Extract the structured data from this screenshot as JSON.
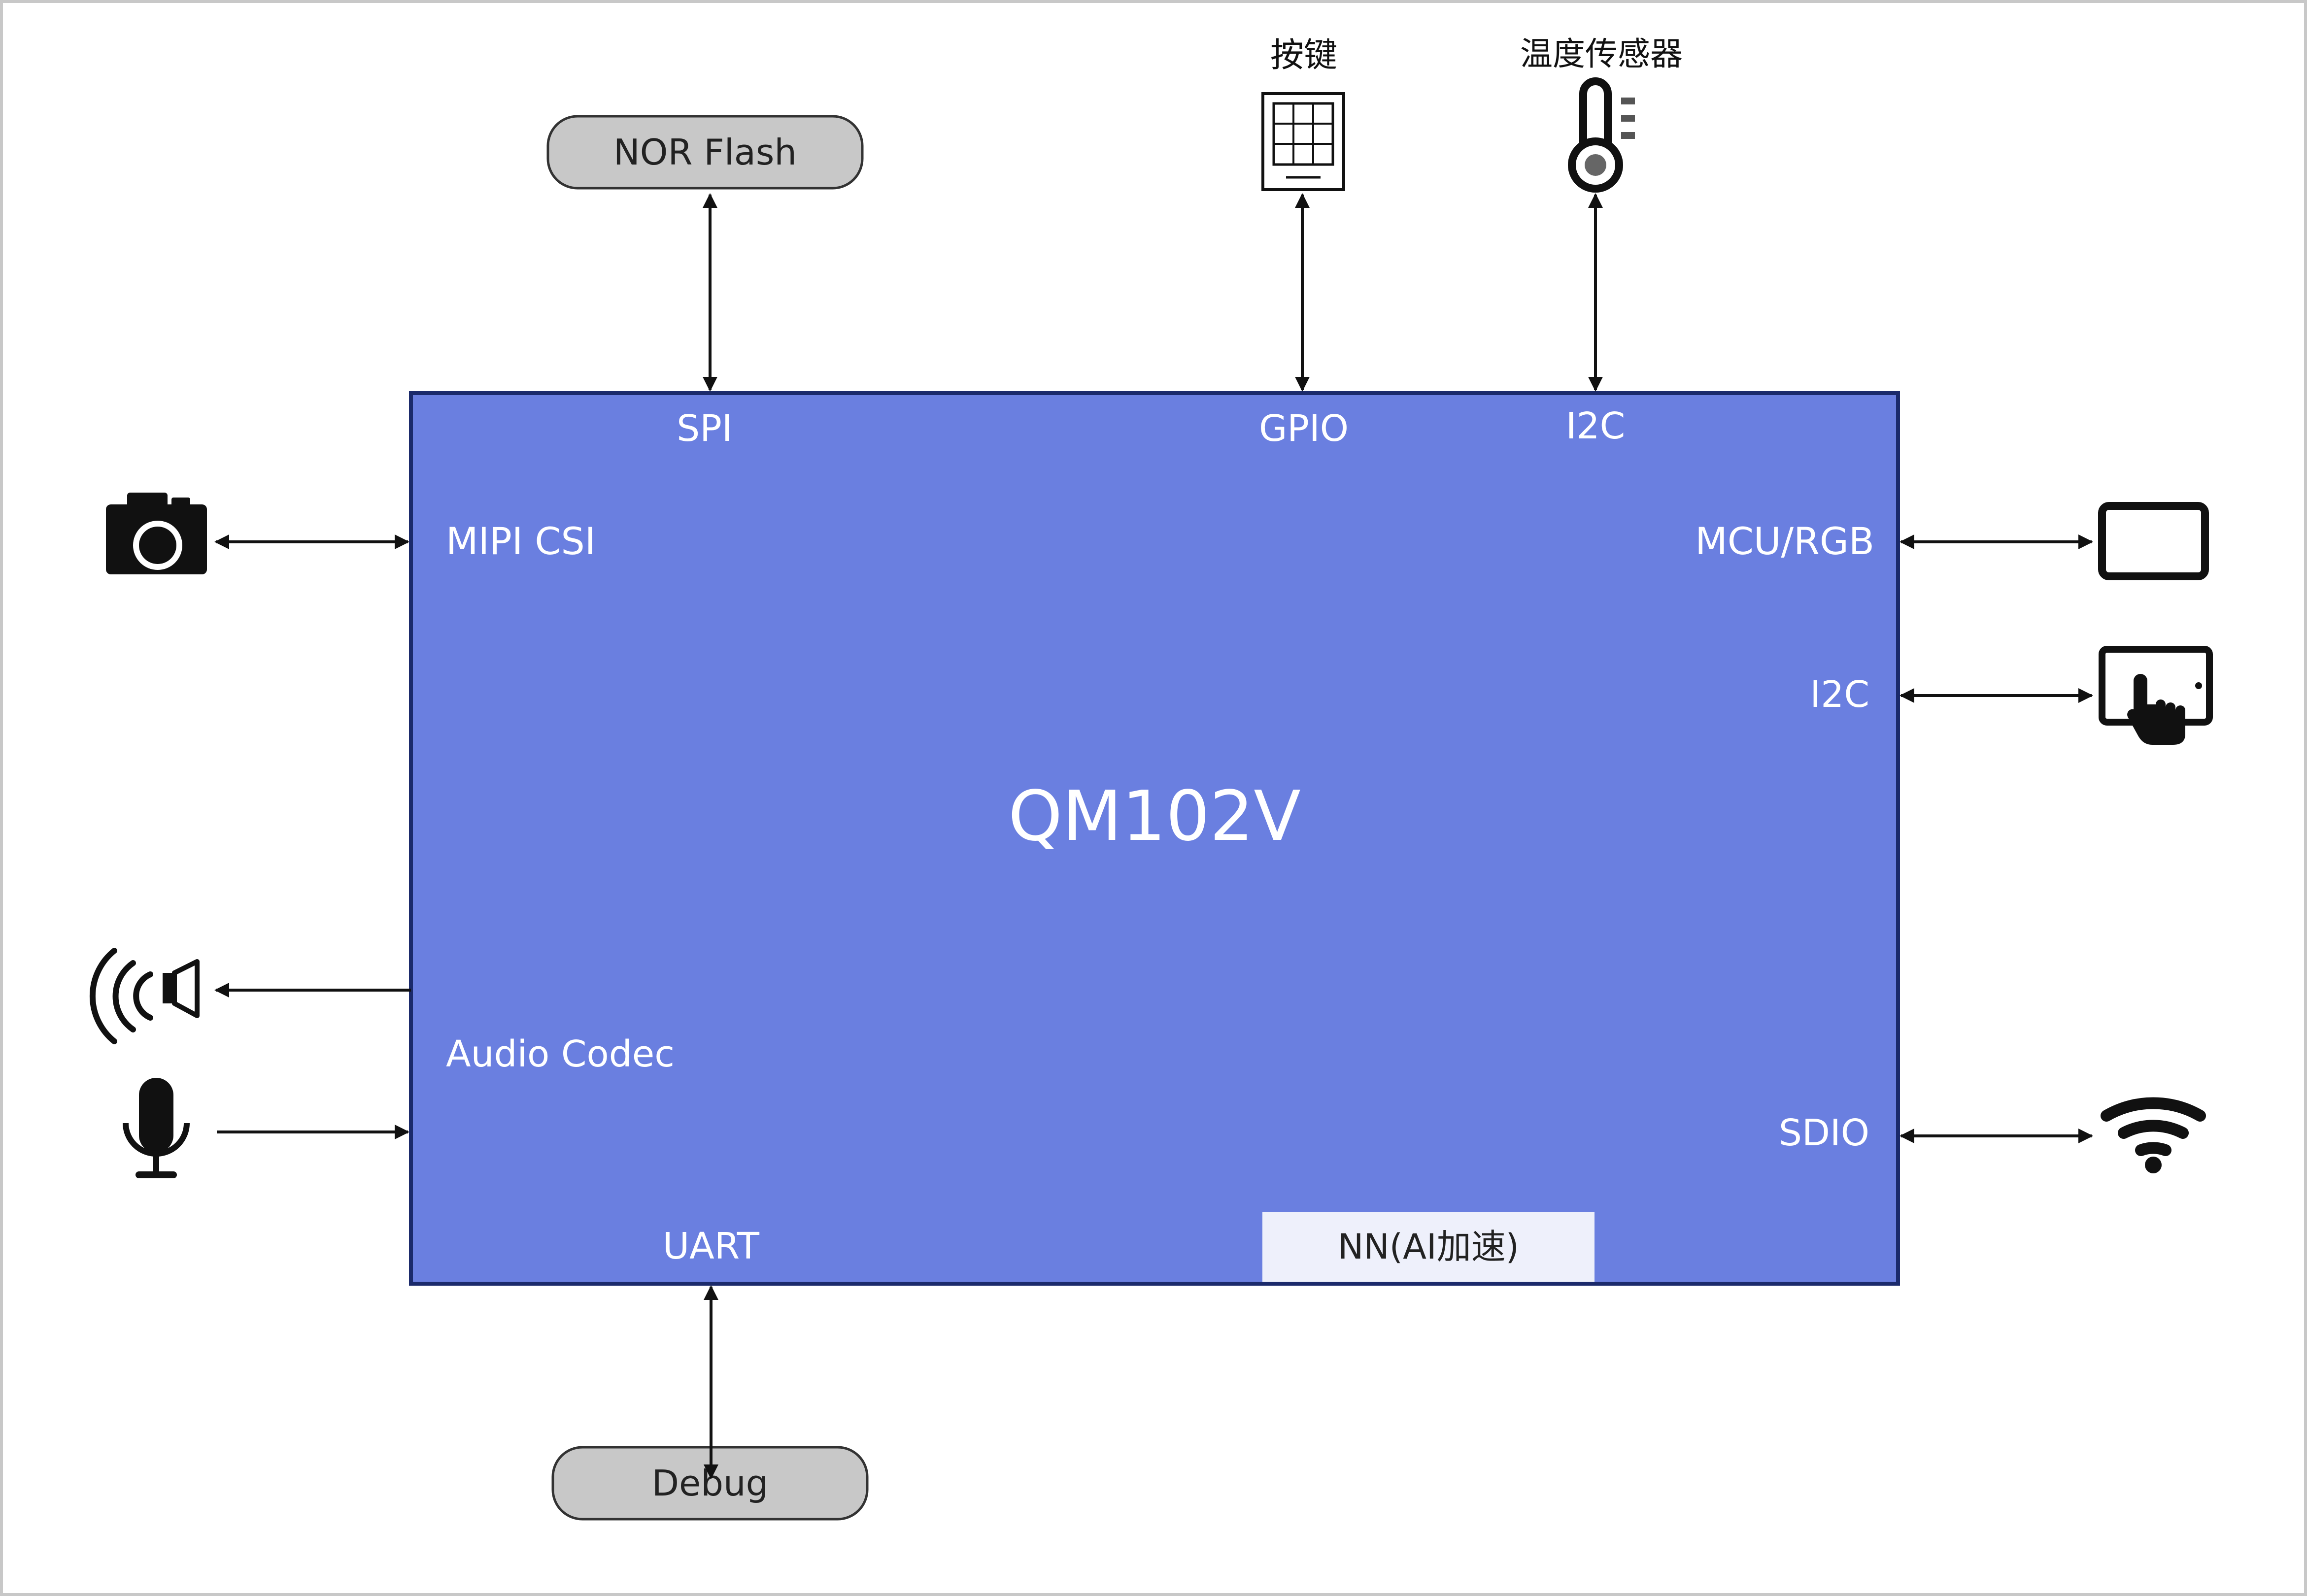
{
  "chip": {
    "name": "QM102V",
    "nn_label": "NN(AI加速)"
  },
  "interfaces": {
    "spi": "SPI",
    "gpio": "GPIO",
    "i2c_top": "I2C",
    "mipi_csi": "MIPI CSI",
    "mcu_rgb": "MCU/RGB",
    "i2c_right": "I2C",
    "audio_codec": "Audio Codec",
    "sdio": "SDIO",
    "uart": "UART"
  },
  "peripherals": {
    "nor_flash": "NOR Flash",
    "debug": "Debug",
    "keypad": "按键",
    "temp_sensor": "温度传感器"
  },
  "icons": [
    "camera-icon",
    "speaker-icon",
    "microphone-icon",
    "keypad-icon",
    "thermometer-icon",
    "display-icon",
    "touch-tablet-icon",
    "wifi-icon"
  ],
  "colors": {
    "chip_fill": "#6a7fe0",
    "chip_border": "#1b2a6b",
    "pill_fill": "#c8c8c8",
    "label_text": "#ffffff",
    "nn_fill": "#eef0fb"
  }
}
